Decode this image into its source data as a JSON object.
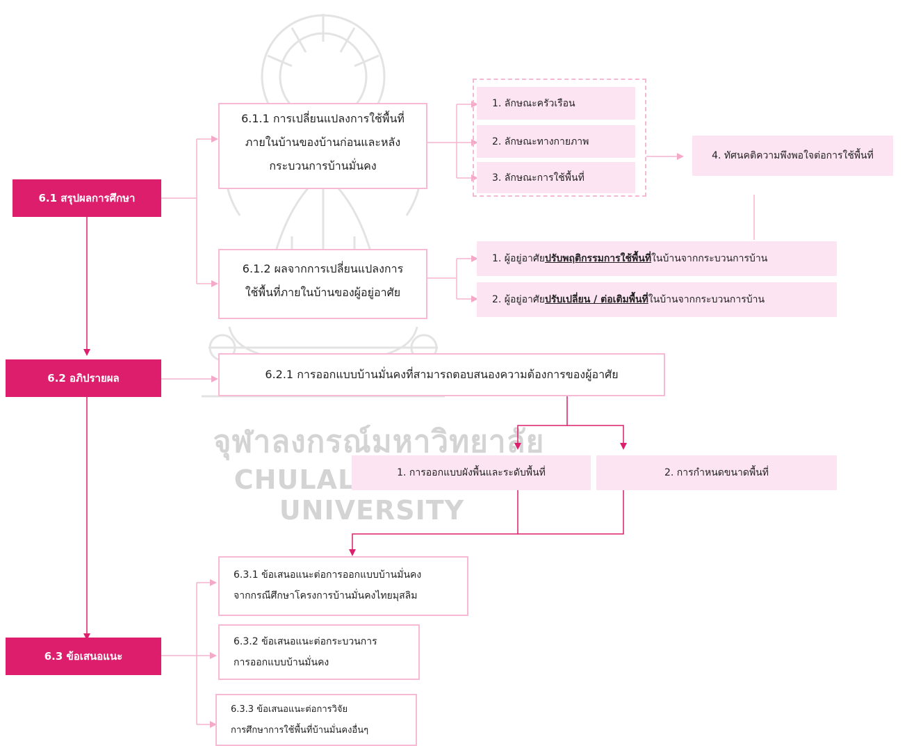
{
  "watermark": {
    "thai": "จุฬาลงกรณ์มหาวิทยาลัย",
    "english": "CHULALONGKORN UNIVERSITY"
  },
  "sections": {
    "s61": {
      "label": "6.1 สรุปผลการศึกษา"
    },
    "s62": {
      "label": "6.2 อภิปรายผล"
    },
    "s63": {
      "label": "6.3 ข้อเสนอแนะ"
    }
  },
  "sub61": {
    "b611": {
      "line1": "6.1.1 การเปลี่ยนแปลงการใช้พื้นที่",
      "line2": "ภายในบ้านของบ้านก่อนและหลัง",
      "line3": "กระบวนการบ้านมั่นคง"
    },
    "b612": {
      "line1": "6.1.2 ผลจากการเปลี่ยนแปลงการ",
      "line2": "ใช้พื้นที่ภายในบ้านของผู้อยู่อาศัย"
    },
    "factors": [
      "1. ลักษณะครัวเรือน",
      "2. ลักษณะทางกายภาพ",
      "3. ลักษณะการใช้พื้นที่"
    ],
    "attitude": "4. ทัศนคติความพึงพอใจต่อการใช้พื้นที่",
    "results": [
      {
        "pre": "1. ผู้อยู่อาศัย",
        "bold": "ปรับพฤติกรรมการใช้พื้นที่",
        "post": "ในบ้านจากกระบวนการบ้าน"
      },
      {
        "pre": "2. ผู้อยู่อาศัย",
        "bold": "ปรับเปลี่ยน / ต่อเติมพื้นที่",
        "post": "ในบ้านจากกระบวนการบ้าน"
      }
    ]
  },
  "sub62": {
    "b621": "6.2.1 การออกแบบบ้านมั่นคงที่สามารถตอบสนองความต้องการของผู้อาศัย",
    "items": [
      "1. การออกแบบผังพื้นและระดับพื้นที่",
      "2. การกำหนดขนาดพื้นที่"
    ]
  },
  "sub63": {
    "b631": {
      "line1": "6.3.1 ข้อเสนอแนะต่อการออกแบบบ้านมั่นคง",
      "line2": "จากกรณีศึกษาโครงการบ้านมั่นคงไทยมุสลิม"
    },
    "b632": {
      "line1": "6.3.2 ข้อเสนอแนะต่อกระบวนการ",
      "line2": "การออกแบบบ้านมั่นคง"
    },
    "b633": {
      "line1": "6.3.3 ข้อเสนอแนะต่อการวิจัย",
      "line2": "การศึกษาการใช้พื้นที่บ้านมั่นคงอื่นๆ"
    }
  },
  "colors": {
    "primary": "#dc1e6c",
    "box_fill": "#fde4f2",
    "outline": "#f7b9d4",
    "watermark": "#d4d4d4"
  }
}
